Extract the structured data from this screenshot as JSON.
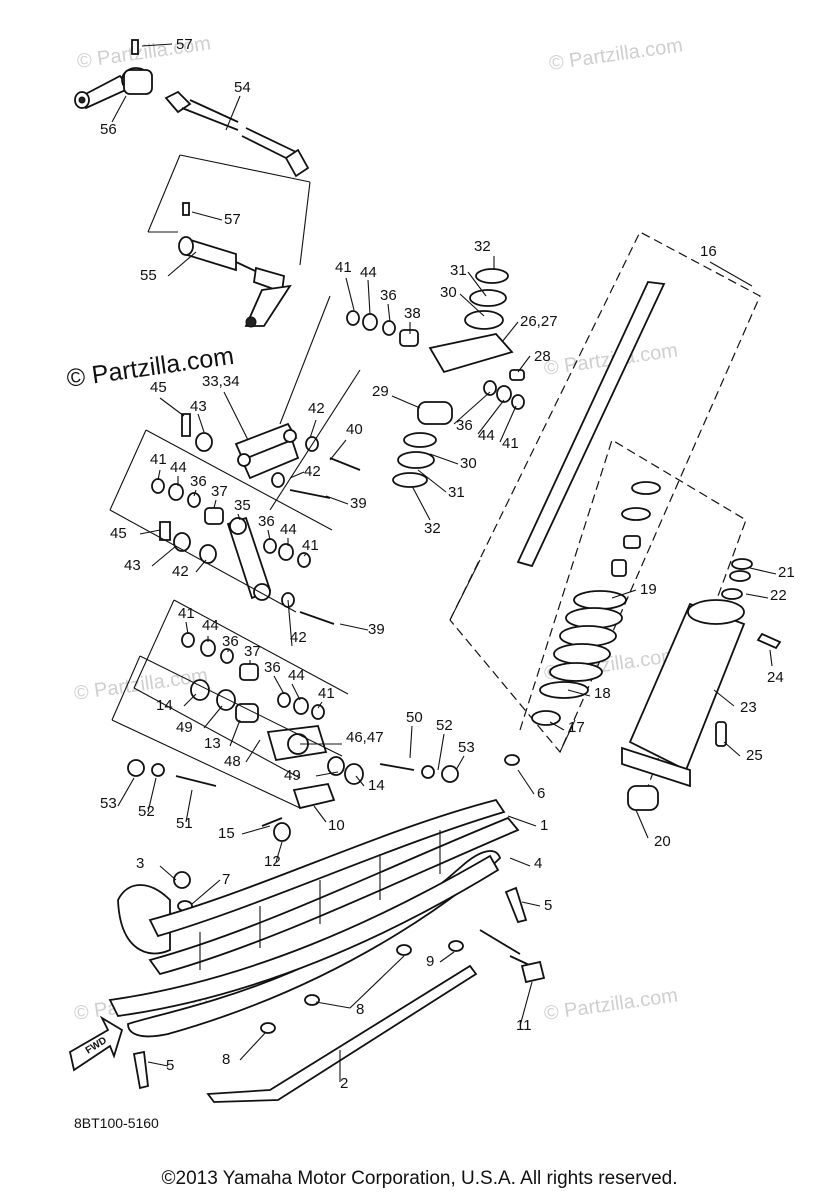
{
  "watermarks": [
    "© Partzilla.com",
    "© Partzilla.com",
    "© Partzilla.com",
    "© Partzilla.com",
    "© Partzilla.com",
    "© Partzilla.com",
    "© Partzilla.com",
    "© Partzilla.com"
  ],
  "callouts": [
    "57",
    "56",
    "54",
    "57",
    "55",
    "16",
    "32",
    "31",
    "30",
    "26,27",
    "28",
    "41",
    "44",
    "36",
    "38",
    "29",
    "36",
    "44",
    "41",
    "30",
    "31",
    "32",
    "45",
    "33,34",
    "43",
    "42",
    "40",
    "42",
    "39",
    "41",
    "44",
    "36",
    "37",
    "35",
    "45",
    "43",
    "36",
    "44",
    "41",
    "42",
    "19",
    "21",
    "22",
    "24",
    "41",
    "44",
    "36",
    "37",
    "42",
    "39",
    "36",
    "44",
    "41",
    "18",
    "23",
    "14",
    "49",
    "13",
    "46,47",
    "50",
    "52",
    "53",
    "48",
    "17",
    "25",
    "49",
    "14",
    "53",
    "52",
    "51",
    "6",
    "20",
    "10",
    "1",
    "15",
    "12",
    "3",
    "7",
    "4",
    "5",
    "9",
    "8",
    "8",
    "11",
    "5",
    "2"
  ],
  "ski_badge": "FWD",
  "diagram_code": "8BT100-5160",
  "copyright": "©2013 Yamaha Motor Corporation, U.S.A. All rights reserved."
}
